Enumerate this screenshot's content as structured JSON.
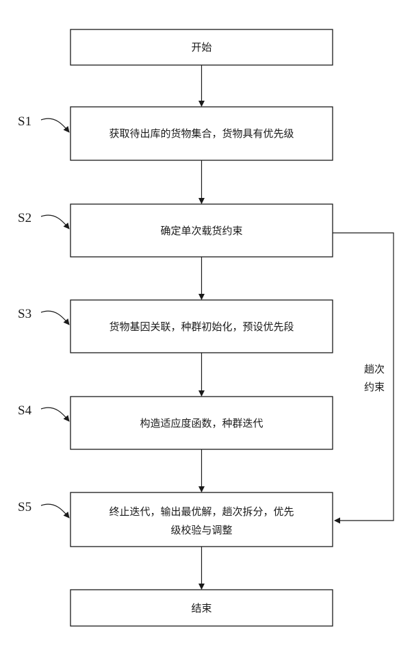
{
  "boxes": {
    "start": "开始",
    "s1": "获取待出库的货物集合，货物具有优先级",
    "s2": "确定单次载货约束",
    "s3": "货物基因关联，种群初始化，预设优先段",
    "s4": "构造适应度函数，种群迭代",
    "s5_line1": "终止迭代，输出最优解，趟次拆分，优先",
    "s5_line2": "级校验与调整",
    "end": "结束"
  },
  "steps": {
    "s1": "S1",
    "s2": "S2",
    "s3": "S3",
    "s4": "S4",
    "s5": "S5"
  },
  "feedback": {
    "line1": "趟次",
    "line2": "约束"
  }
}
